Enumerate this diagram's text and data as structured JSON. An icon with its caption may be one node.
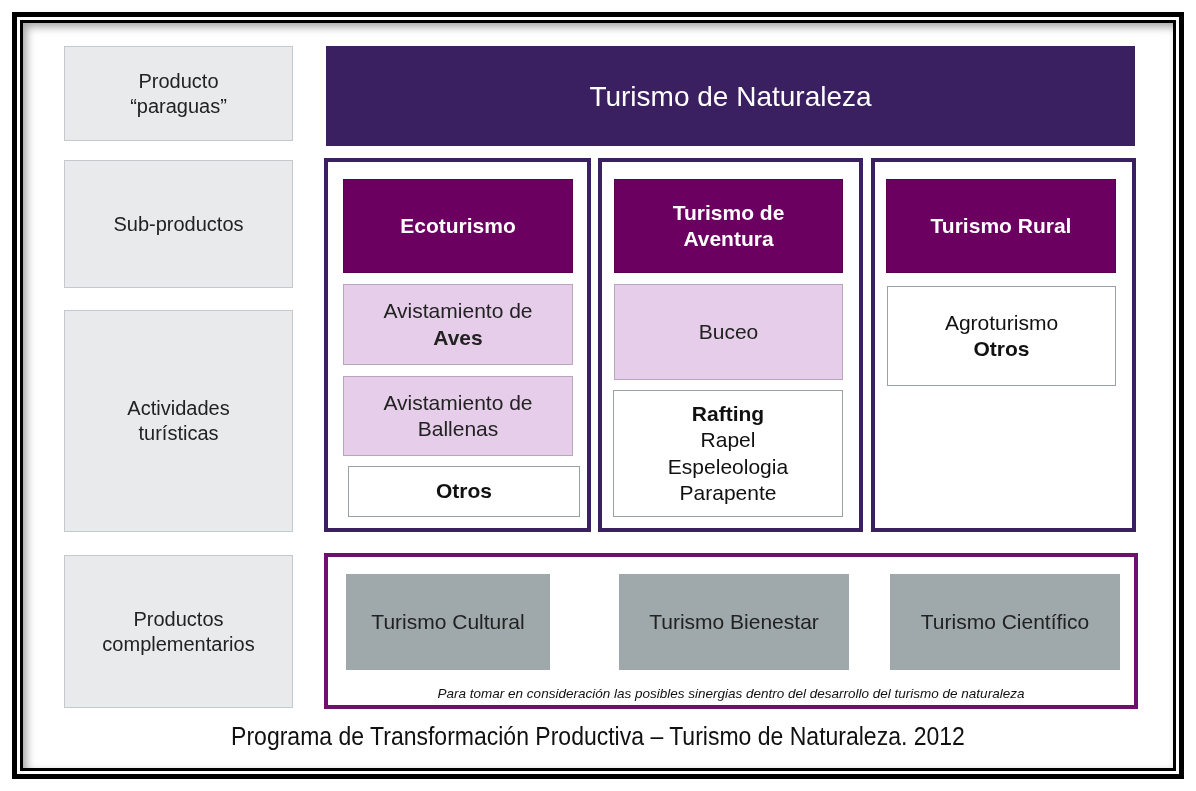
{
  "diagram": {
    "caption": "Programa de Transformación Productiva – Turismo de Naturaleza. 2012",
    "nodes": [
      {
        "text": [
          "Producto “paraguas”"
        ]
      },
      {
        "text": [
          "Turismo de Naturaleza"
        ]
      },
      {
        "text": [
          "Sub-productos"
        ]
      },
      {
        "text": [],
        "shape": "box"
      },
      {
        "text": [
          "Ecoturismo"
        ],
        "in": 3
      },
      {
        "text": [
          "Avistamiento de **Aves**"
        ],
        "in": 3
      },
      {
        "text": [
          "Avistamiento de Ballenas"
        ],
        "in": 3
      },
      {
        "text": [
          "Otros"
        ],
        "in": 3
      },
      {
        "text": [],
        "shape": "box"
      },
      {
        "text": [
          "Turismo de Aventura"
        ],
        "in": 8
      },
      {
        "text": [
          "Buceo"
        ],
        "in": 8
      },
      {
        "text": [
          "Rafting",
          "Rapel",
          "Espeleologia",
          "Parapente"
        ],
        "in": 8
      },
      {
        "text": [],
        "shape": "box"
      },
      {
        "text": [
          "Turismo Rural"
        ],
        "in": 12
      },
      {
        "text": [
          "Agroturismo",
          "Otros"
        ],
        "in": 12
      },
      {
        "text": [
          "Actividades turísticas"
        ]
      },
      {
        "text": [
          "Productos complementarios"
        ]
      },
      {
        "text": [
          "Para tomar en consideración las posibles sinergias dentro del desarrollo del turismo de naturaleza"
        ]
      },
      {
        "text": [
          "Turismo Cultural"
        ],
        "in": 17
      },
      {
        "text": [
          "Turismo Bienestar"
        ],
        "in": 17
      },
      {
        "text": [
          "Turismo Científico"
        ],
        "in": 17
      }
    ]
  }
}
